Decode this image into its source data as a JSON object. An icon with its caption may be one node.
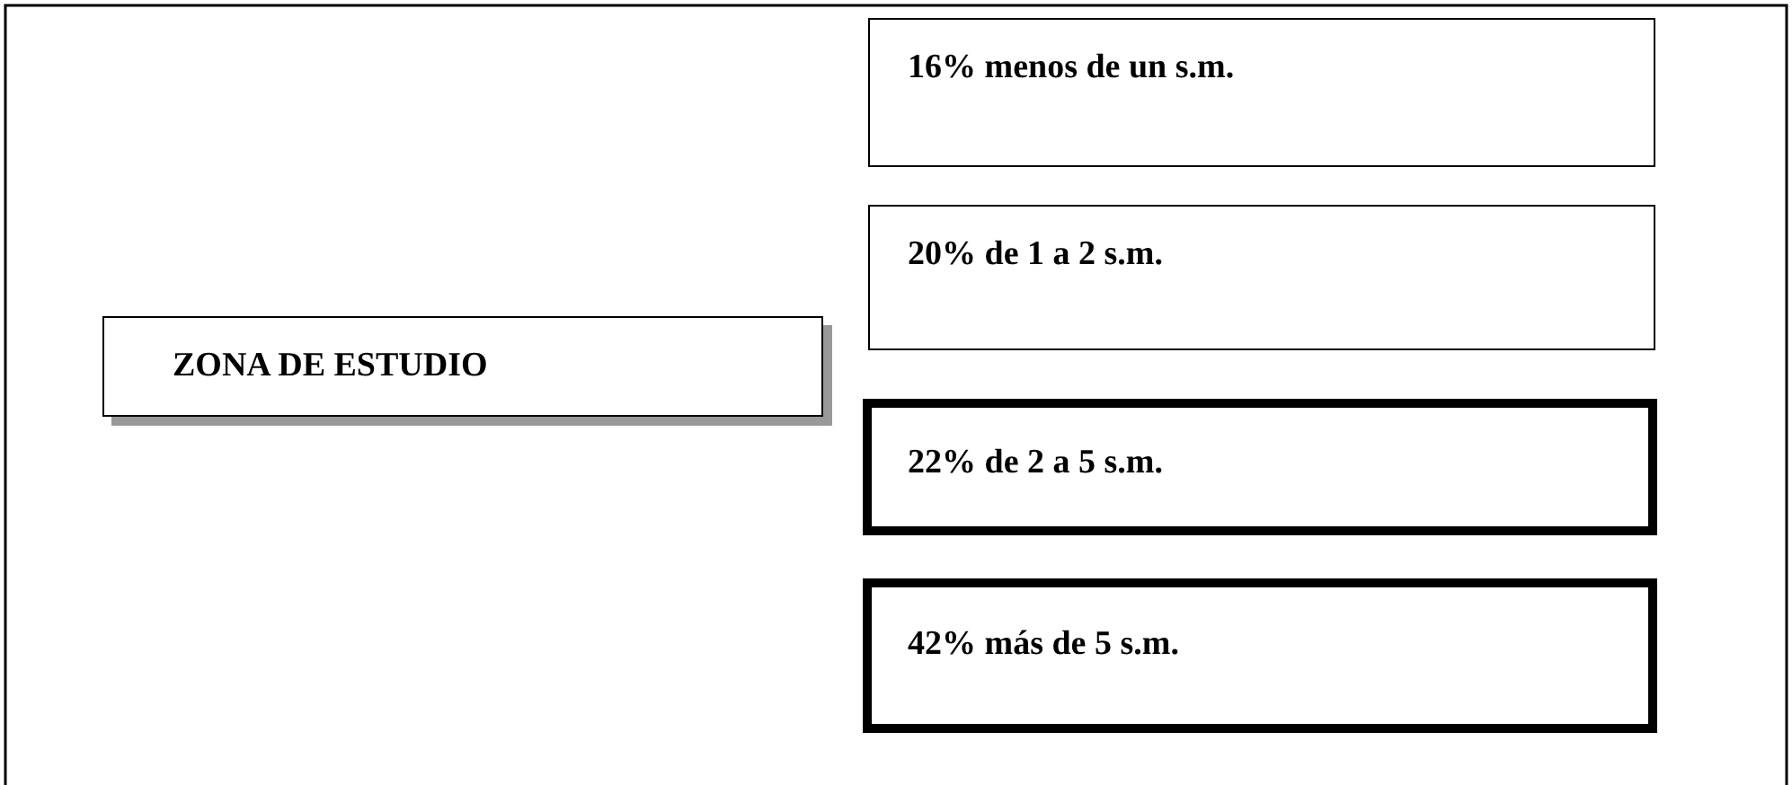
{
  "diagram": {
    "nodes": [
      {
        "text": [
          "ZONA DE ESTUDIO"
        ]
      },
      {
        "text": [
          "16% menos de un s.m."
        ]
      },
      {
        "text": [
          "20% de 1 a 2 s.m."
        ]
      },
      {
        "text": [
          "22% de 2 a 5 s.m."
        ]
      },
      {
        "text": [
          "42% más de 5 s.m."
        ]
      }
    ]
  }
}
